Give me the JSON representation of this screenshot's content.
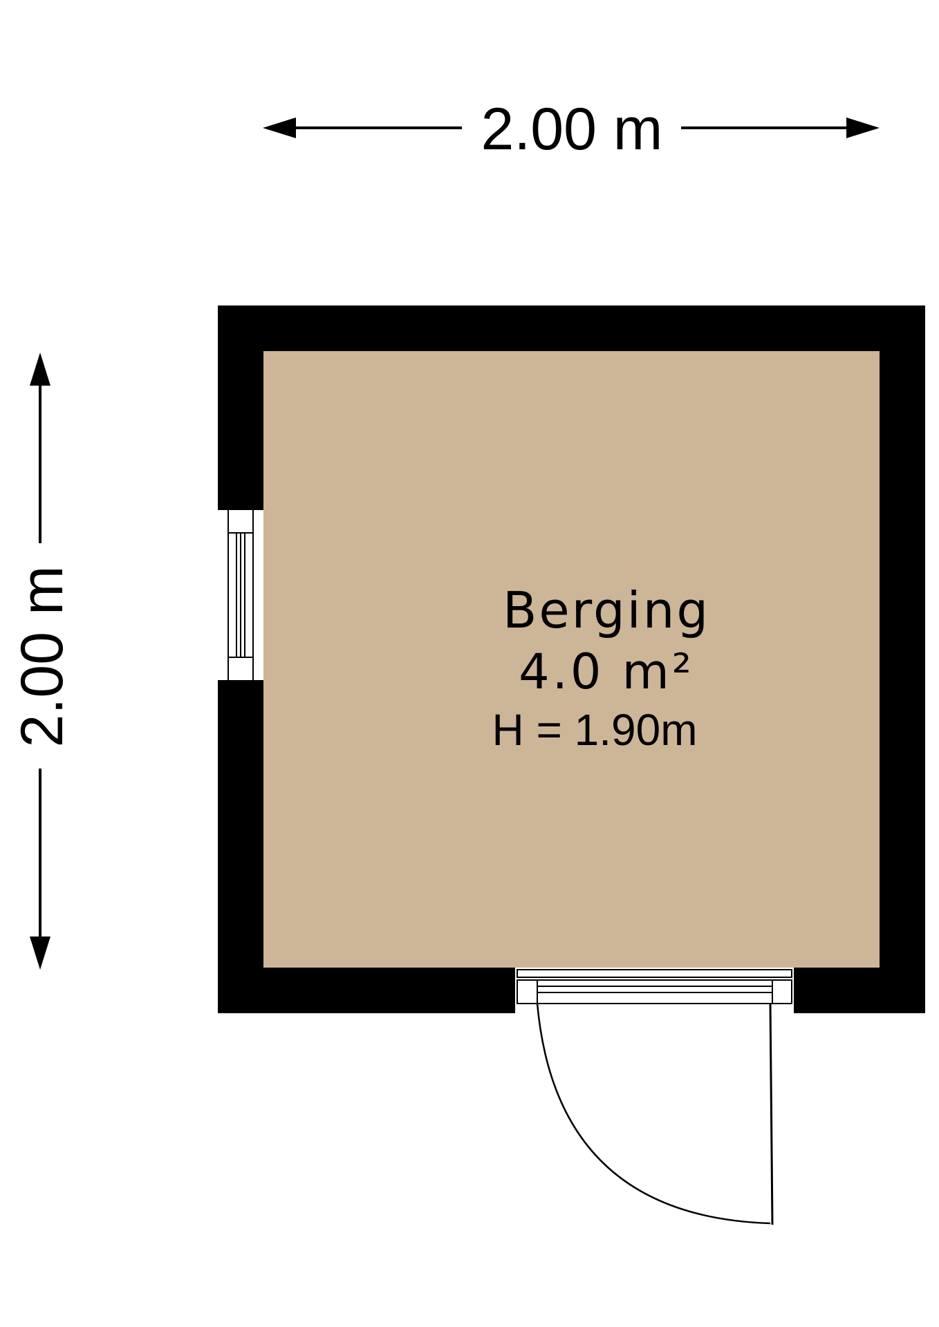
{
  "dimensions": {
    "width_label": "2.00 m",
    "height_label": "2.00 m"
  },
  "room": {
    "name": "Berging",
    "area": "4.0 m²",
    "height": "H = 1.90m"
  },
  "colors": {
    "floor": "#CDB698",
    "wall": "#000000",
    "background": "#FFFFFF"
  }
}
